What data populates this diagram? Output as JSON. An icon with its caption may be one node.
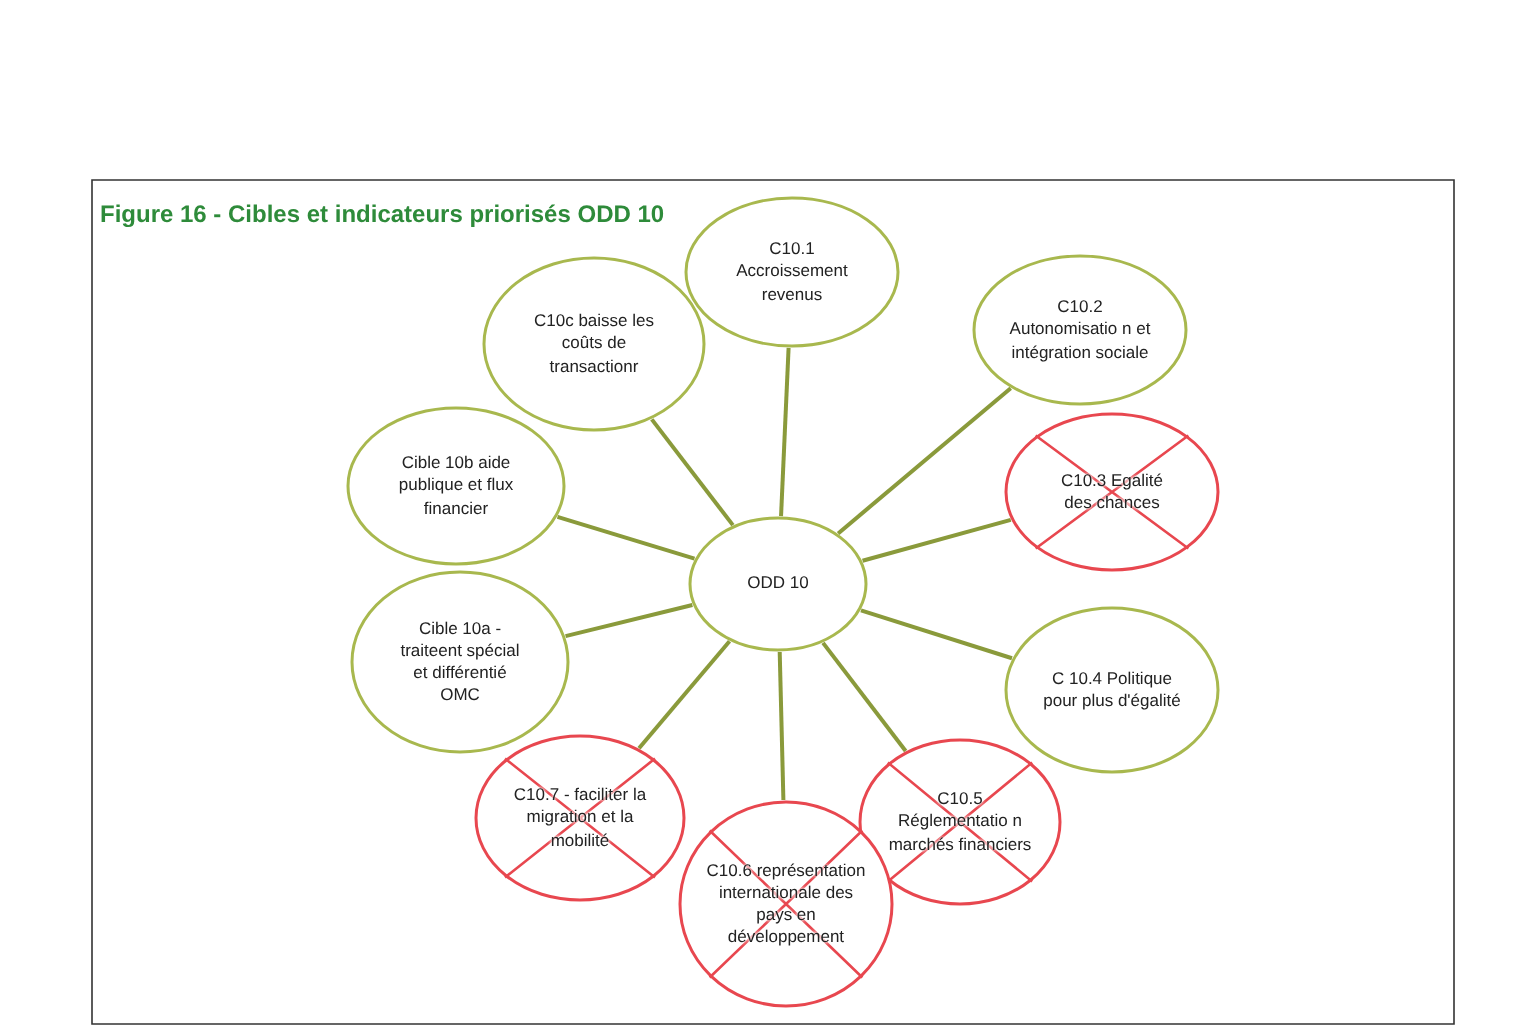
{
  "diagram": {
    "title": "Figure 16 - Cibles et indicateurs priorisés ODD 10",
    "nodes": [
      {
        "text": [
          "ODD 10"
        ]
      },
      {
        "text": [
          "C10.1 Accroissement revenus"
        ]
      },
      {
        "text": [
          "C10.2 Autonomisatio n et intégration sociale"
        ]
      },
      {
        "text": [
          "C10.3 Egalité des chances"
        ]
      },
      {
        "text": [
          "C 10.4 Politique pour plus d'égalité"
        ]
      },
      {
        "text": [
          "C10.5 Réglementatio n marchés financiers"
        ]
      },
      {
        "text": [
          "C10.6 représentation internationale des pays en développement"
        ]
      },
      {
        "text": [
          "C10.7 - faciliter la migration et la mobilité"
        ]
      },
      {
        "text": [
          "Cible 10a - traiteent spécial et différentié OMC"
        ]
      },
      {
        "text": [
          "Cible 10b aide publique et flux financier"
        ]
      },
      {
        "text": [
          "C10c baisse les coûts de transactionr"
        ]
      }
    ],
    "edges": [
      {
        "from": 0,
        "to": 1,
        "arrow": "none"
      },
      {
        "from": 0,
        "to": 2,
        "arrow": "none"
      },
      {
        "from": 0,
        "to": 3,
        "arrow": "none"
      },
      {
        "from": 0,
        "to": 4,
        "arrow": "none"
      },
      {
        "from": 0,
        "to": 5,
        "arrow": "none"
      },
      {
        "from": 0,
        "to": 6,
        "arrow": "none"
      },
      {
        "from": 0,
        "to": 7,
        "arrow": "none"
      },
      {
        "from": 0,
        "to": 8,
        "arrow": "none"
      },
      {
        "from": 0,
        "to": 9,
        "arrow": "none"
      },
      {
        "from": 0,
        "to": 10,
        "arrow": "none"
      }
    ]
  }
}
